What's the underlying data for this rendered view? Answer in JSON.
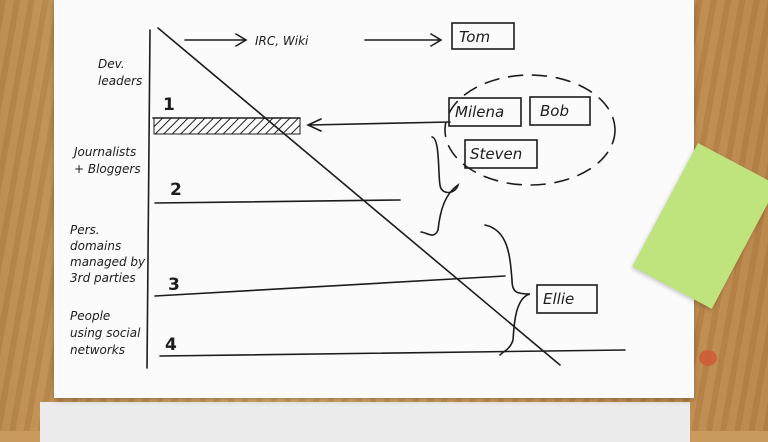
{
  "photo": {
    "labels": {
      "top_row": "IRC, Wiki",
      "tom": "Tom",
      "milena": "Milena",
      "bob": "Bob",
      "steven": "Steven",
      "ellie": "Ellie"
    },
    "levels": [
      {
        "number": "1",
        "label": "Dev. leaders"
      },
      {
        "number": "2",
        "label": "Journalists + Bloggers"
      },
      {
        "number": "3",
        "label": "Pers. domains managed by 3rd parties"
      },
      {
        "number": "4",
        "label": "People using social networks"
      }
    ],
    "colors": {
      "paper": "#fbfbfb",
      "ink": "#1c1c1c",
      "sticky_note": "#bfe37d",
      "table": "#c89a5c"
    }
  }
}
